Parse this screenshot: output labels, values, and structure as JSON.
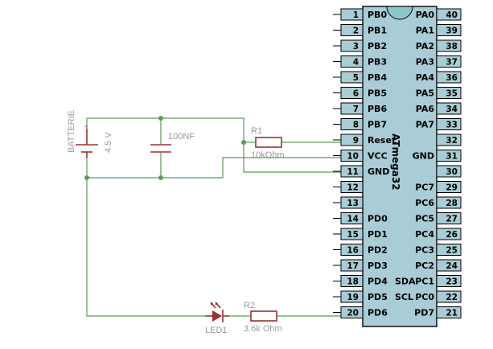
{
  "colors": {
    "wire": "#5b9b5b",
    "component": "#9b3030",
    "chip": "#a9ccd6",
    "label": "#9a9a9a"
  },
  "chip": {
    "name": "ATmega32",
    "left_pins": [
      {
        "num": "1",
        "name": "PB0"
      },
      {
        "num": "2",
        "name": "PB1"
      },
      {
        "num": "3",
        "name": "PB2"
      },
      {
        "num": "4",
        "name": "PB3"
      },
      {
        "num": "5",
        "name": "PB4"
      },
      {
        "num": "6",
        "name": "PB5"
      },
      {
        "num": "7",
        "name": "PB6"
      },
      {
        "num": "8",
        "name": "PB7"
      },
      {
        "num": "9",
        "name": "Reset"
      },
      {
        "num": "10",
        "name": "VCC"
      },
      {
        "num": "11",
        "name": "GND"
      },
      {
        "num": "12",
        "name": ""
      },
      {
        "num": "13",
        "name": ""
      },
      {
        "num": "14",
        "name": "PD0"
      },
      {
        "num": "15",
        "name": "PD1"
      },
      {
        "num": "16",
        "name": "PD2"
      },
      {
        "num": "17",
        "name": "PD3"
      },
      {
        "num": "18",
        "name": "PD4"
      },
      {
        "num": "19",
        "name": "PD5"
      },
      {
        "num": "20",
        "name": "PD6"
      }
    ],
    "right_pins": [
      {
        "num": "40",
        "name": "PA0"
      },
      {
        "num": "39",
        "name": "PA1"
      },
      {
        "num": "38",
        "name": "PA2"
      },
      {
        "num": "37",
        "name": "PA3"
      },
      {
        "num": "36",
        "name": "PA4"
      },
      {
        "num": "35",
        "name": "PA5"
      },
      {
        "num": "34",
        "name": "PA6"
      },
      {
        "num": "33",
        "name": "PA7"
      },
      {
        "num": "32",
        "name": ""
      },
      {
        "num": "31",
        "name": "GND"
      },
      {
        "num": "30",
        "name": ""
      },
      {
        "num": "29",
        "name": "PC7"
      },
      {
        "num": "28",
        "name": "PC6"
      },
      {
        "num": "27",
        "name": "PC5"
      },
      {
        "num": "26",
        "name": "PC4"
      },
      {
        "num": "25",
        "name": "PC3"
      },
      {
        "num": "24",
        "name": "PC2"
      },
      {
        "num": "23",
        "name": "PC1"
      },
      {
        "num": "22",
        "name": "PC0"
      },
      {
        "num": "21",
        "name": "PD7"
      }
    ],
    "extra_labels": [
      {
        "pin": "23",
        "text": "SDA"
      },
      {
        "pin": "22",
        "text": "SCL"
      }
    ]
  },
  "components": {
    "battery": {
      "name": "BATTERIE",
      "value": "4.5 V",
      "plus": "+",
      "minus": "-"
    },
    "capacitor": {
      "value": "100NF"
    },
    "r1": {
      "name": "R1",
      "value": "10kOhm"
    },
    "r2": {
      "name": "R2",
      "value": "3.6k Ohm"
    },
    "led": {
      "name": "LED1"
    }
  }
}
